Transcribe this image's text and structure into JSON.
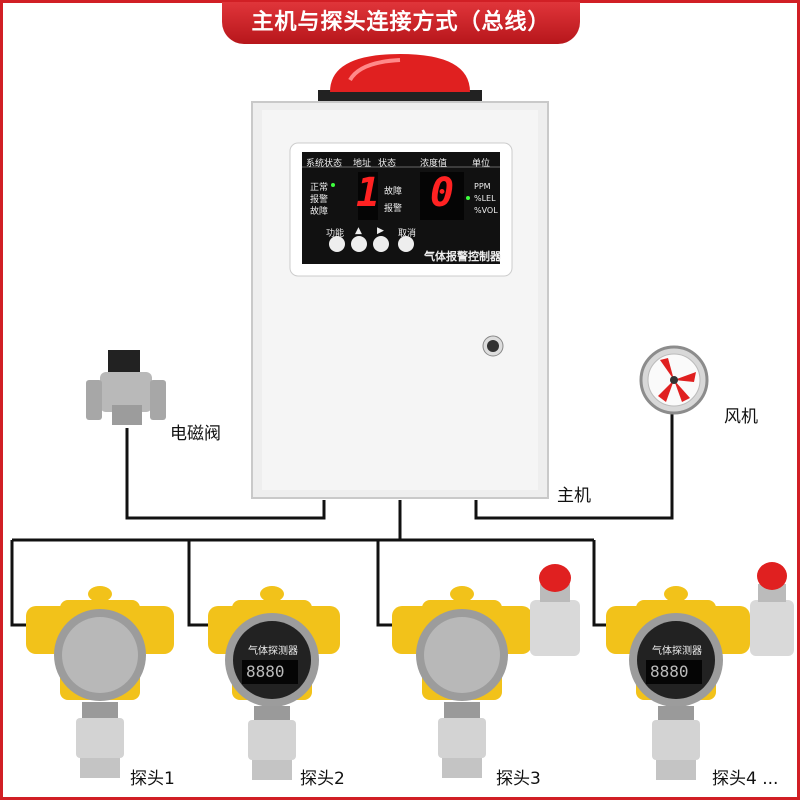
{
  "title": "主机与探头连接方式（总线）",
  "labels": {
    "valve": "电磁阀",
    "fan": "风机",
    "host": "主机",
    "probes": [
      "探头1",
      "探头2",
      "探头3",
      "探头4 ..."
    ]
  },
  "controller_panel": {
    "headers": [
      "系统状态",
      "地址",
      "状态",
      "浓度值",
      "单位"
    ],
    "system_status": [
      "正常",
      "报警",
      "故障"
    ],
    "state": [
      "故障",
      "报警"
    ],
    "units": [
      "PPM",
      "%LEL",
      "%VOL"
    ],
    "address_digit": "1",
    "value_digit": "0",
    "buttons": [
      "功能",
      "▲",
      "▶",
      "取消"
    ],
    "model": "气体报警控制器"
  },
  "probe_display": {
    "title": "气体探测器",
    "digits": "8880"
  },
  "colors": {
    "accent": "#d11f25",
    "probe_body": "#f2c21a",
    "alarm": "#e02020"
  }
}
